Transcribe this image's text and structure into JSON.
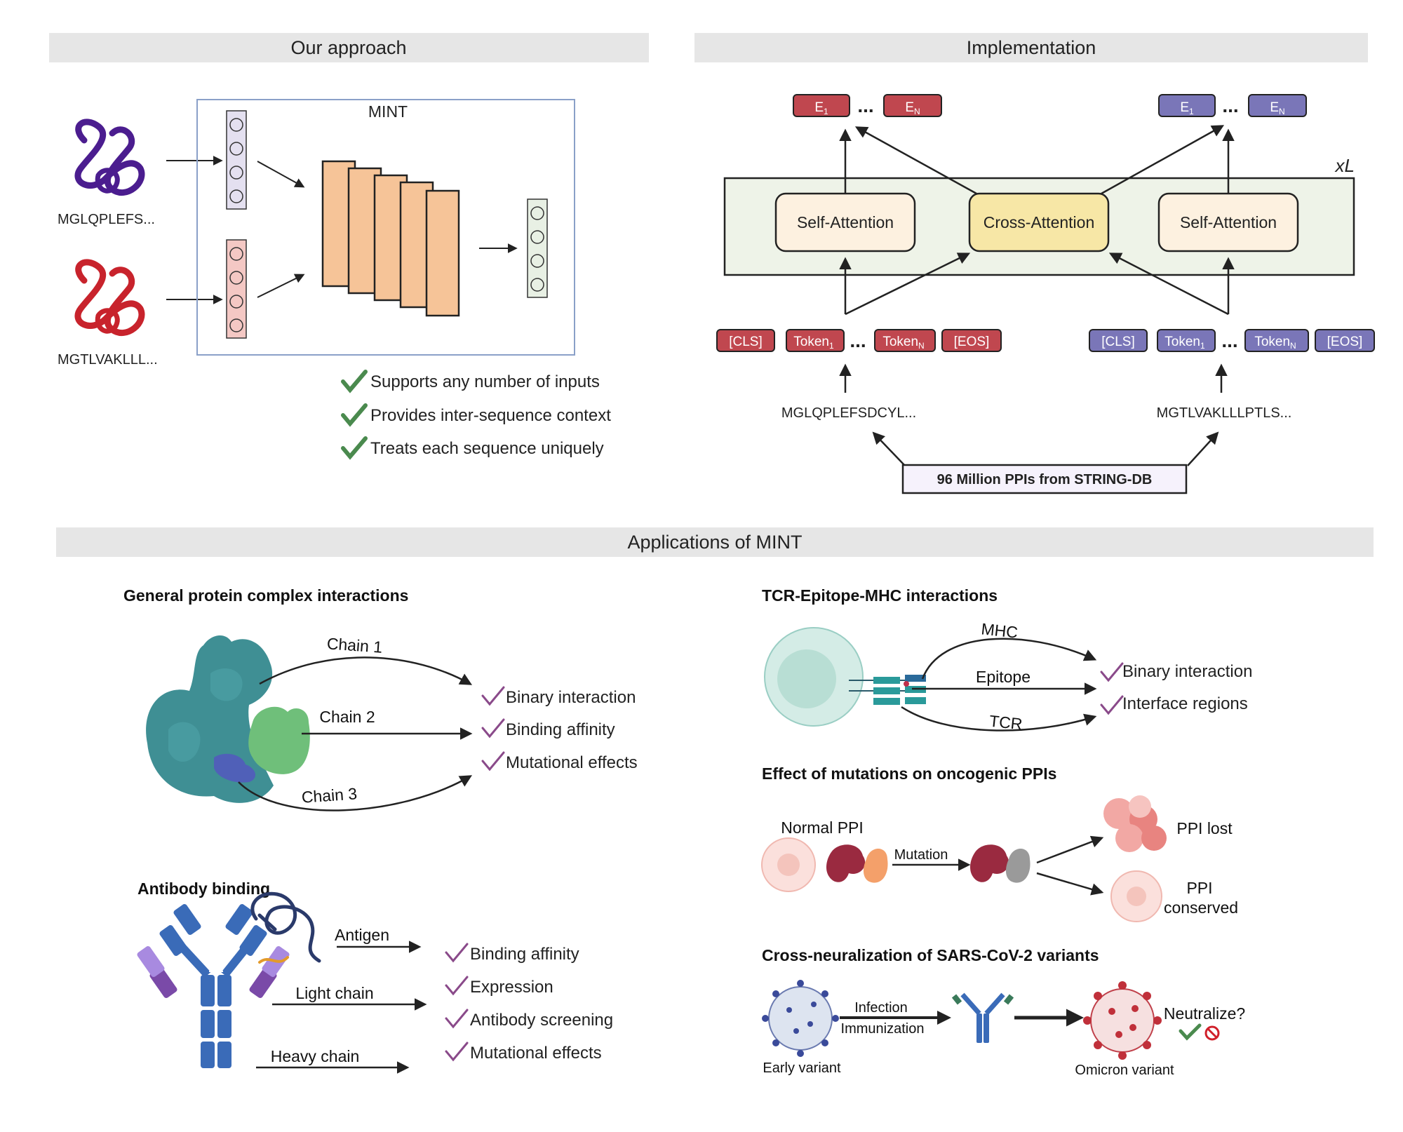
{
  "headers": {
    "approach": "Our approach",
    "implementation": "Implementation",
    "applications": "Applications of MINT"
  },
  "approach": {
    "model_label": "MINT",
    "seq1": "MGLQPLEFS...",
    "seq2": "MGTLVAKLLL...",
    "features": [
      "Supports any number of inputs",
      "Provides inter-sequence context",
      "Treats each sequence uniquely"
    ]
  },
  "implementation": {
    "e1": "E",
    "e1_sub": "1",
    "en": "E",
    "en_sub": "N",
    "dots": "...",
    "xl": "xL",
    "self_attention": "Self-Attention",
    "cross_attention": "Cross-Attention",
    "cls": "[CLS]",
    "token": "Token",
    "token1_sub": "1",
    "tokenN_sub": "N",
    "eos": "[EOS]",
    "seq_left": "MGLQPLEFSDCYL...",
    "seq_right": "MGTLVAKLLLPTLS...",
    "source": "96 Million PPIs from STRING-DB"
  },
  "general": {
    "title": "General protein complex interactions",
    "chain1": "Chain 1",
    "chain2": "Chain 2",
    "chain3": "Chain 3",
    "checks": [
      "Binary interaction",
      "Binding affinity",
      "Mutational effects"
    ]
  },
  "antibody": {
    "title": "Antibody binding",
    "antigen": "Antigen",
    "light": "Light chain",
    "heavy": "Heavy chain",
    "checks": [
      "Binding affinity",
      "Expression",
      "Antibody screening",
      "Mutational effects"
    ]
  },
  "tcr": {
    "title": "TCR-Epitope-MHC interactions",
    "mhc": "MHC",
    "epitope": "Epitope",
    "tcr": "TCR",
    "checks": [
      "Binary interaction",
      "Interface regions"
    ]
  },
  "oncogenic": {
    "title": "Effect of mutations on oncogenic PPIs",
    "normal": "Normal PPI",
    "mutation": "Mutation",
    "lost": "PPI lost",
    "conserved1": "PPI",
    "conserved2": "conserved"
  },
  "sars": {
    "title": "Cross-neuralization of SARS-CoV-2 variants",
    "infection": "Infection",
    "immunization": "Immunization",
    "neutralize": "Neutralize?",
    "early": "Early variant",
    "omicron": "Omicron variant"
  },
  "colors": {
    "header_bg": "#e6e6e6",
    "red_token": "#c0474f",
    "purple_token": "#7a76b8",
    "check_green": "#4a8a4e",
    "check_purple": "#8a4a8a",
    "cross_attention_bg": "#f7e7a6",
    "self_attention_bg": "#fdf1e0",
    "layer_bg": "#eef3e8",
    "orange_layer": "#f6c498"
  }
}
